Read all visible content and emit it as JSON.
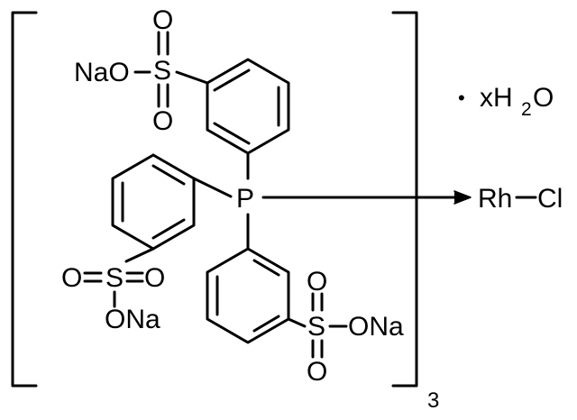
{
  "atoms": {
    "p": "P",
    "s1": "S",
    "s2": "S",
    "s3": "S",
    "o_top1": "O",
    "o_top2": "O",
    "o_left1": "O",
    "o_left2": "O",
    "o_right1": "O",
    "o_right2": "O",
    "ona_top": "NaO",
    "ona_left": "ONa",
    "ona_right": "ONa"
  },
  "metal": {
    "rh": "Rh",
    "cl": "Cl"
  },
  "hydrate": {
    "dot": "•",
    "x": "xH",
    "sub": "2",
    "o": "O"
  },
  "bracket_subscript": "3"
}
